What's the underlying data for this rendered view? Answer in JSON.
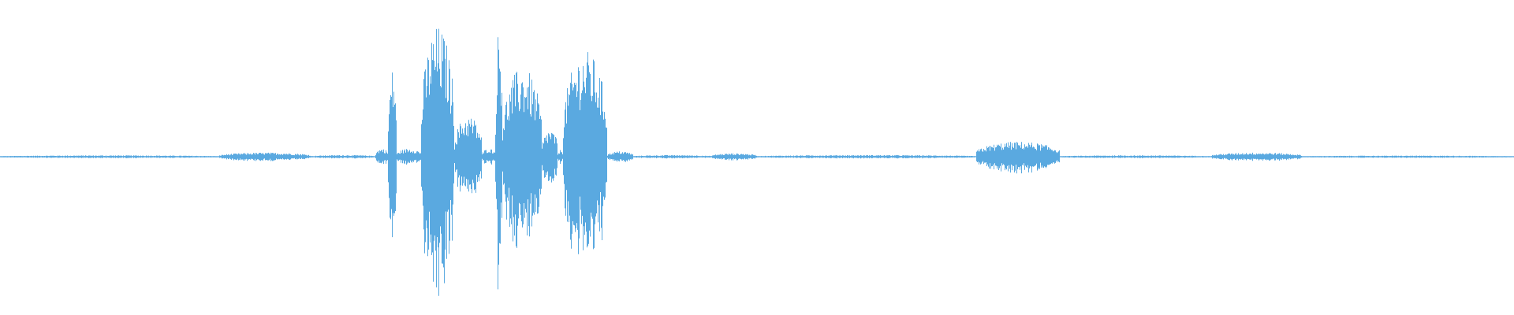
{
  "waveform": {
    "color": "#5aa9e0",
    "background": "#ffffff",
    "segments": [
      {
        "start": 0.0,
        "end": 0.145,
        "peak": 0.01
      },
      {
        "start": 0.145,
        "end": 0.205,
        "peak": 0.03
      },
      {
        "start": 0.205,
        "end": 0.248,
        "peak": 0.012
      },
      {
        "start": 0.248,
        "end": 0.256,
        "peak": 0.06
      },
      {
        "start": 0.256,
        "end": 0.262,
        "peak": 0.64
      },
      {
        "start": 0.262,
        "end": 0.278,
        "peak": 0.06
      },
      {
        "start": 0.278,
        "end": 0.3,
        "peak": 0.95
      },
      {
        "start": 0.3,
        "end": 0.318,
        "peak": 0.3
      },
      {
        "start": 0.318,
        "end": 0.327,
        "peak": 0.06
      },
      {
        "start": 0.327,
        "end": 0.332,
        "peak": 0.95
      },
      {
        "start": 0.332,
        "end": 0.358,
        "peak": 0.65
      },
      {
        "start": 0.358,
        "end": 0.368,
        "peak": 0.2
      },
      {
        "start": 0.368,
        "end": 0.372,
        "peak": 0.05
      },
      {
        "start": 0.372,
        "end": 0.401,
        "peak": 0.77
      },
      {
        "start": 0.401,
        "end": 0.418,
        "peak": 0.04
      },
      {
        "start": 0.418,
        "end": 0.47,
        "peak": 0.012
      },
      {
        "start": 0.47,
        "end": 0.5,
        "peak": 0.025
      },
      {
        "start": 0.5,
        "end": 0.645,
        "peak": 0.012
      },
      {
        "start": 0.645,
        "end": 0.7,
        "peak": 0.11
      },
      {
        "start": 0.7,
        "end": 0.8,
        "peak": 0.01
      },
      {
        "start": 0.8,
        "end": 0.86,
        "peak": 0.03
      },
      {
        "start": 0.86,
        "end": 1.0,
        "peak": 0.008
      }
    ]
  }
}
